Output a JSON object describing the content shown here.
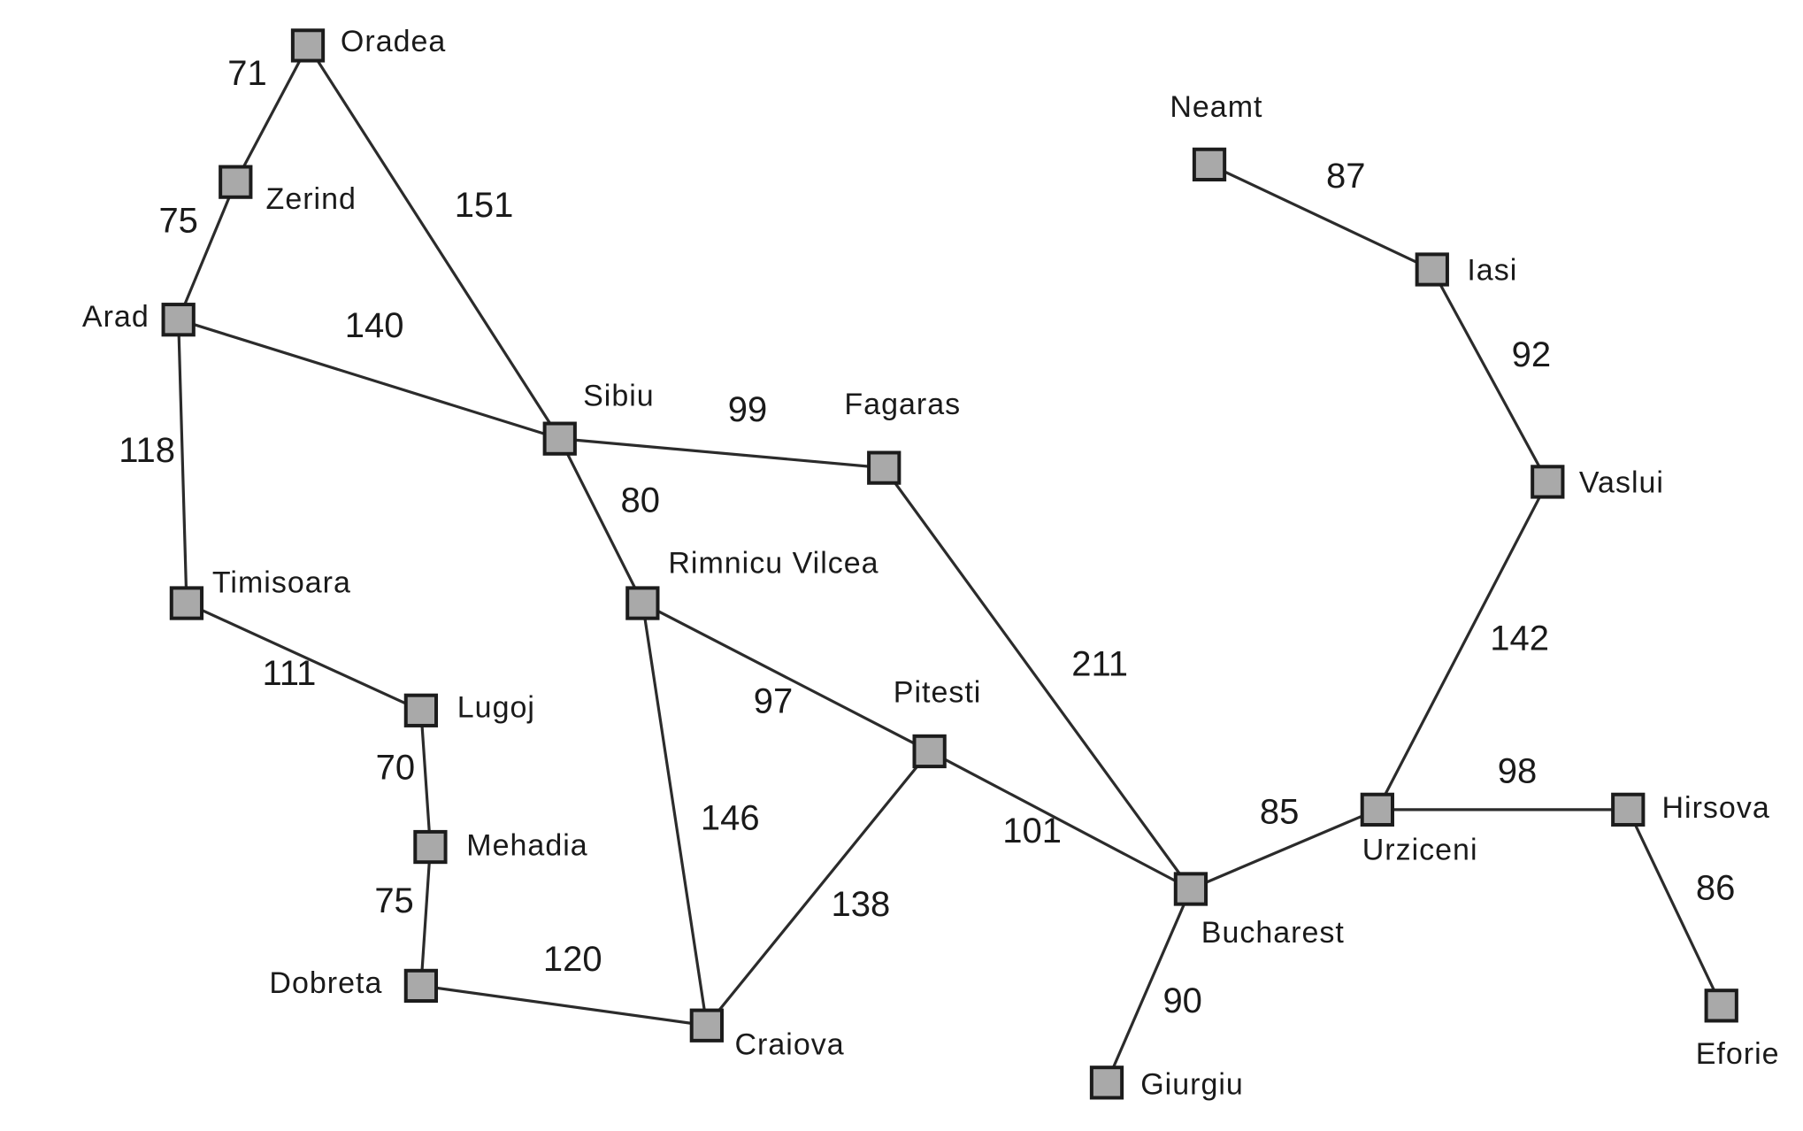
{
  "map": {
    "cities": [
      {
        "id": "oradea",
        "name": "Oradea"
      },
      {
        "id": "zerind",
        "name": "Zerind"
      },
      {
        "id": "arad",
        "name": "Arad"
      },
      {
        "id": "timisoara",
        "name": "Timisoara"
      },
      {
        "id": "lugoj",
        "name": "Lugoj"
      },
      {
        "id": "mehadia",
        "name": "Mehadia"
      },
      {
        "id": "dobreta",
        "name": "Dobreta"
      },
      {
        "id": "craiova",
        "name": "Craiova"
      },
      {
        "id": "sibiu",
        "name": "Sibiu"
      },
      {
        "id": "rimnicu",
        "name": "Rimnicu Vilcea"
      },
      {
        "id": "fagaras",
        "name": "Fagaras"
      },
      {
        "id": "pitesti",
        "name": "Pitesti"
      },
      {
        "id": "bucharest",
        "name": "Bucharest"
      },
      {
        "id": "giurgiu",
        "name": "Giurgiu"
      },
      {
        "id": "urziceni",
        "name": "Urziceni"
      },
      {
        "id": "hirsova",
        "name": "Hirsova"
      },
      {
        "id": "eforie",
        "name": "Eforie"
      },
      {
        "id": "vaslui",
        "name": "Vaslui"
      },
      {
        "id": "iasi",
        "name": "Iasi"
      },
      {
        "id": "neamt",
        "name": "Neamt"
      }
    ],
    "roads": [
      {
        "from": "oradea",
        "to": "zerind",
        "distance": "71"
      },
      {
        "from": "zerind",
        "to": "arad",
        "distance": "75"
      },
      {
        "from": "oradea",
        "to": "sibiu",
        "distance": "151"
      },
      {
        "from": "arad",
        "to": "sibiu",
        "distance": "140"
      },
      {
        "from": "arad",
        "to": "timisoara",
        "distance": "118"
      },
      {
        "from": "timisoara",
        "to": "lugoj",
        "distance": "111"
      },
      {
        "from": "lugoj",
        "to": "mehadia",
        "distance": "70"
      },
      {
        "from": "mehadia",
        "to": "dobreta",
        "distance": "75"
      },
      {
        "from": "dobreta",
        "to": "craiova",
        "distance": "120"
      },
      {
        "from": "sibiu",
        "to": "fagaras",
        "distance": "99"
      },
      {
        "from": "sibiu",
        "to": "rimnicu",
        "distance": "80"
      },
      {
        "from": "rimnicu",
        "to": "pitesti",
        "distance": "97"
      },
      {
        "from": "rimnicu",
        "to": "craiova",
        "distance": "146"
      },
      {
        "from": "craiova",
        "to": "pitesti",
        "distance": "138"
      },
      {
        "from": "fagaras",
        "to": "bucharest",
        "distance": "211"
      },
      {
        "from": "pitesti",
        "to": "bucharest",
        "distance": "101"
      },
      {
        "from": "bucharest",
        "to": "giurgiu",
        "distance": "90"
      },
      {
        "from": "bucharest",
        "to": "urziceni",
        "distance": "85"
      },
      {
        "from": "urziceni",
        "to": "hirsova",
        "distance": "98"
      },
      {
        "from": "hirsova",
        "to": "eforie",
        "distance": "86"
      },
      {
        "from": "urziceni",
        "to": "vaslui",
        "distance": "142"
      },
      {
        "from": "vaslui",
        "to": "iasi",
        "distance": "92"
      },
      {
        "from": "iasi",
        "to": "neamt",
        "distance": "87"
      }
    ]
  }
}
